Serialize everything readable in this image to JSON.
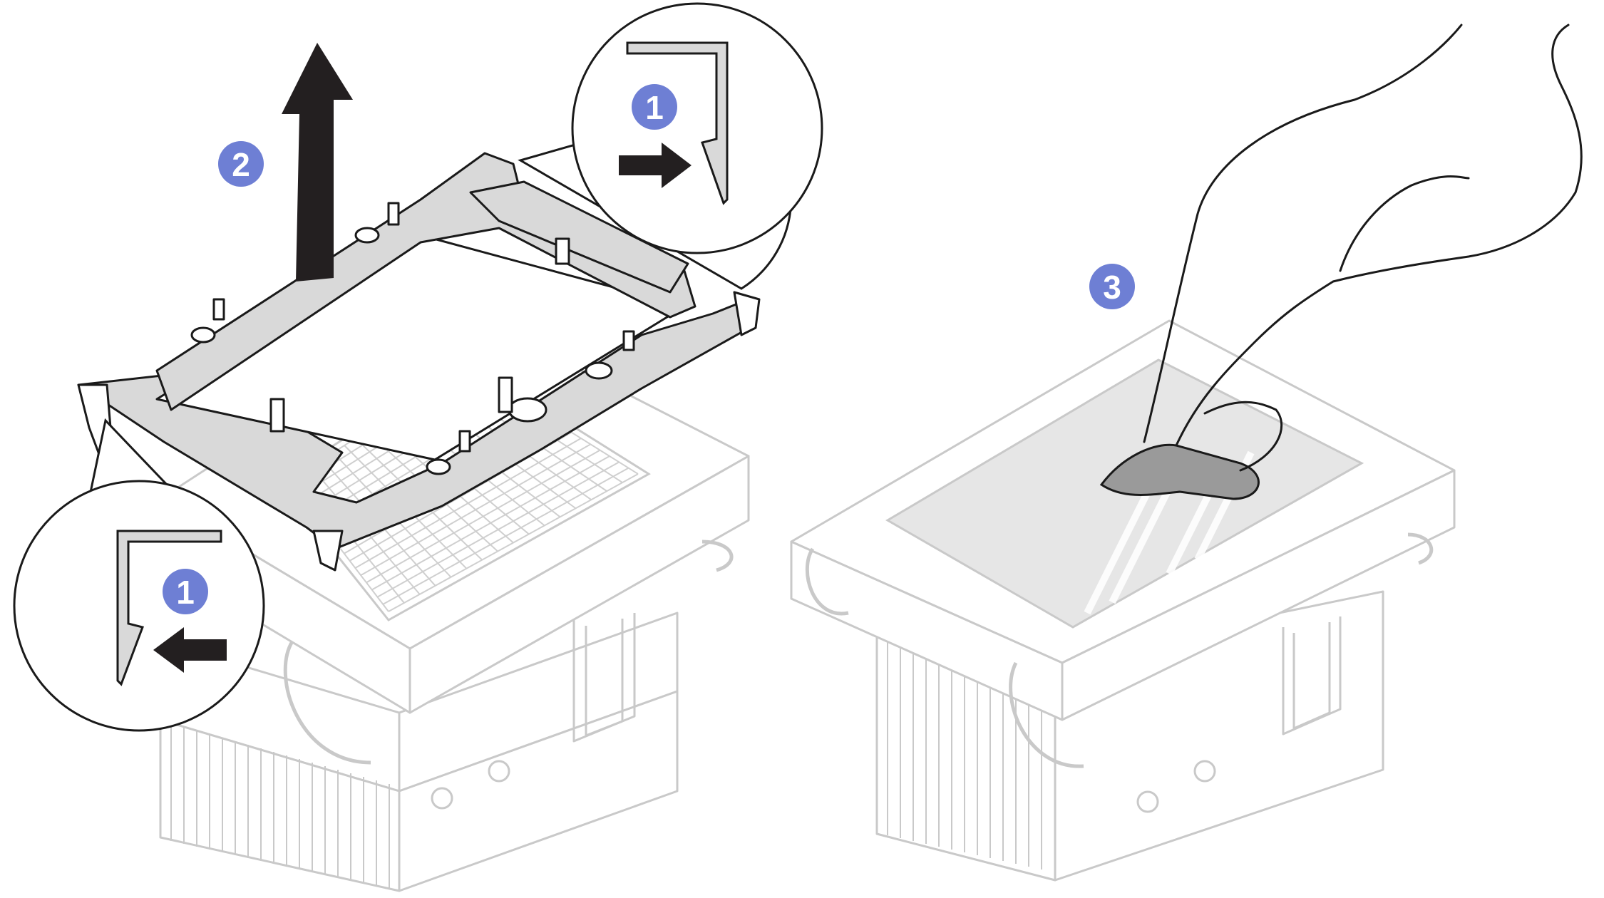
{
  "colors": {
    "badge": "#6e7fd4",
    "arrow": "#231f20",
    "line": "#c9c9c9",
    "dark_line": "#1a1a1a",
    "bracket_fill": "#d9d9d9",
    "paste_fill": "#9a9a9a",
    "cold_plate": "#e6e6e6"
  },
  "steps": [
    {
      "id": "step-1-top",
      "label": "1"
    },
    {
      "id": "step-1-bottom",
      "label": "1"
    },
    {
      "id": "step-2",
      "label": "2"
    },
    {
      "id": "step-3",
      "label": "3"
    }
  ],
  "icons": {
    "lift": "arrow-up-icon",
    "release_right": "arrow-right-icon",
    "release_left": "arrow-left-icon",
    "wipe": "hand-icon"
  }
}
